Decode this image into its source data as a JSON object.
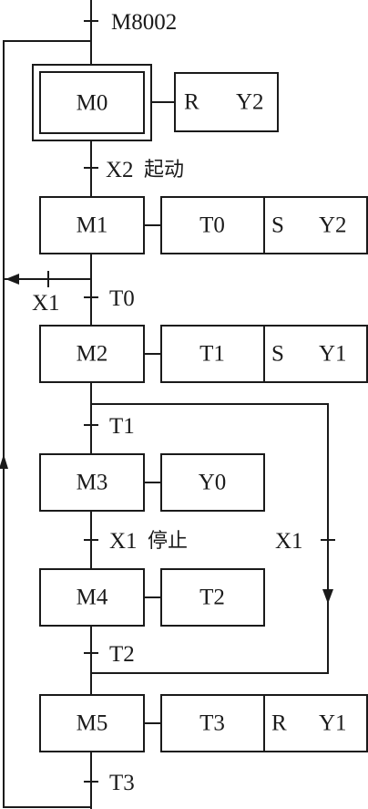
{
  "steps": {
    "m0": "M0",
    "m1": "M1",
    "m2": "M2",
    "m3": "M3",
    "m4": "M4",
    "m5": "M5"
  },
  "actions": {
    "m0": {
      "cmd": "R",
      "target": "Y2"
    },
    "m1_timer": "T0",
    "m1_set": {
      "cmd": "S",
      "target": "Y2"
    },
    "m2_timer": "T1",
    "m2_set": {
      "cmd": "S",
      "target": "Y1"
    },
    "m3_output": "Y0",
    "m4_timer": "T2",
    "m5_timer": "T3",
    "m5_reset": {
      "cmd": "R",
      "target": "Y1"
    }
  },
  "transitions": {
    "init": "M8002",
    "start": {
      "signal": "X2",
      "note": "起动"
    },
    "t0": "T0",
    "t0_branch": "X1",
    "t1": "T1",
    "stop": {
      "signal": "X1",
      "note": "停止"
    },
    "stop_branch": "X1",
    "t2": "T2",
    "t3": "T3"
  }
}
